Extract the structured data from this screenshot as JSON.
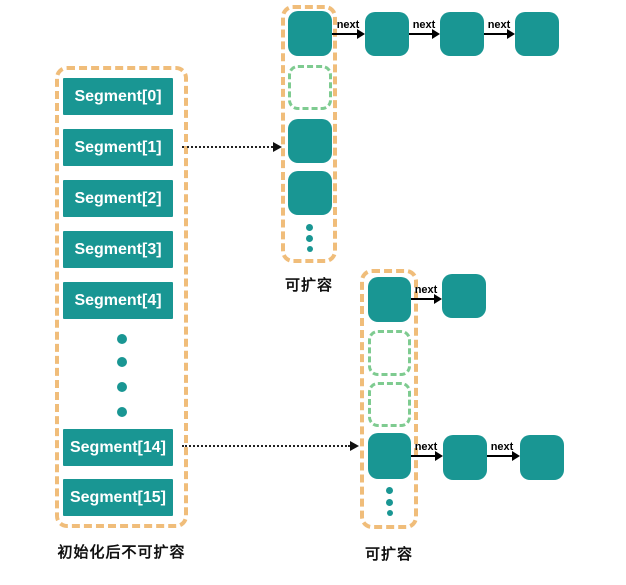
{
  "colors": {
    "node_teal": "#199693",
    "container_dash_orange": "#f0bd7a",
    "empty_slot_dash_green": "#7ecb90",
    "arrow_black": "#000000",
    "label_text": "#111111",
    "segment_text": "#ffffff"
  },
  "labels": {
    "next": "next",
    "expandable": "可扩容",
    "not_expandable_after_init": "初始化后不可扩容"
  },
  "segments": {
    "items": [
      {
        "label": "Segment[0]"
      },
      {
        "label": "Segment[1]"
      },
      {
        "label": "Segment[2]"
      },
      {
        "label": "Segment[3]"
      },
      {
        "label": "Segment[4]"
      },
      {
        "label": "Segment[14]"
      },
      {
        "label": "Segment[15]"
      }
    ],
    "ellipsis_dots": 4
  },
  "structure": {
    "segment1_bucket_table": {
      "filled_slots": 3,
      "empty_slots": 1,
      "ellipsis_dots": 3,
      "head_chain_nodes_after_head": 3,
      "next_arrows": 3
    },
    "segment14_bucket_table": {
      "filled_slots": 2,
      "empty_slots": 2,
      "ellipsis_dots": 3,
      "top_chain_nodes_after_head": 1,
      "bottom_chain_nodes_after_head": 2,
      "next_arrows": 3
    }
  }
}
